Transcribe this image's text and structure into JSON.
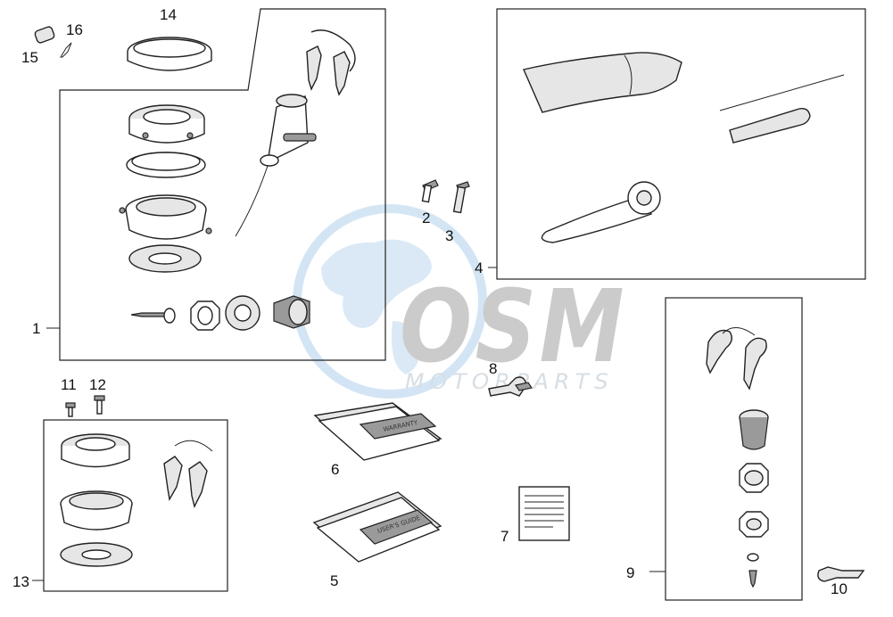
{
  "watermark": {
    "logo_text": "OSM",
    "sub_text": "MOTORPARTS",
    "globe_color": "#cfe3f3",
    "letters_color": "#c8c8c8"
  },
  "callouts": {
    "c1": "1",
    "c2": "2",
    "c3": "3",
    "c4": "4",
    "c5": "5",
    "c6": "6",
    "c7": "7",
    "c8": "8",
    "c9": "9",
    "c10": "10",
    "c11": "11",
    "c12": "12",
    "c13": "13",
    "c14": "14",
    "c15": "15",
    "c16": "16"
  },
  "manuals": {
    "warranty_label": "WARRANTY",
    "users_guide_label": "USER'S GUIDE"
  }
}
